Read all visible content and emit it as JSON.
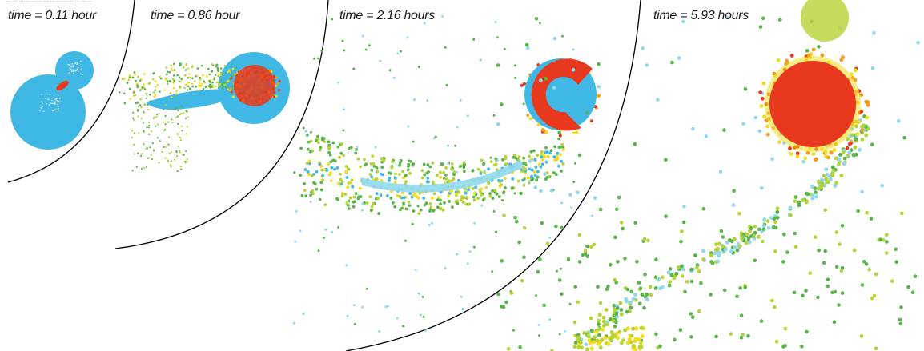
{
  "caption_partial": "... ... ... ... ... ... ... ... ... ... ... ... ... ...",
  "panels": [
    {
      "time_label": "time = 0.11 hour"
    },
    {
      "time_label": "time = 0.86 hour"
    },
    {
      "time_label": "time = 2.16 hours"
    },
    {
      "time_label": "time = 5.93 hours"
    }
  ],
  "colors": {
    "blue": "#3fb8e6",
    "light_blue": "#8fd8ee",
    "green": "#58b548",
    "yellow_green": "#b6d233",
    "yellow": "#f2dc1c",
    "orange": "#f39c1e",
    "red": "#e8381d",
    "divider": "#000000"
  }
}
